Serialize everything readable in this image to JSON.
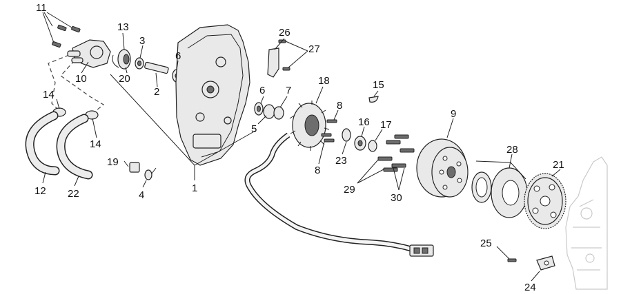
{
  "callouts": [
    {
      "key": "p11",
      "text": "11"
    },
    {
      "key": "p13",
      "text": "13"
    },
    {
      "key": "p3",
      "text": "3"
    },
    {
      "key": "p10",
      "text": "10"
    },
    {
      "key": "p20",
      "text": "20"
    },
    {
      "key": "p6a",
      "text": "6"
    },
    {
      "key": "p2",
      "text": "2"
    },
    {
      "key": "p26",
      "text": "26"
    },
    {
      "key": "p27",
      "text": "27"
    },
    {
      "key": "p18",
      "text": "18"
    },
    {
      "key": "p15",
      "text": "15"
    },
    {
      "key": "p14a",
      "text": "14"
    },
    {
      "key": "p14b",
      "text": "14"
    },
    {
      "key": "p6b",
      "text": "6"
    },
    {
      "key": "p7",
      "text": "7"
    },
    {
      "key": "p5",
      "text": "5"
    },
    {
      "key": "p8a",
      "text": "8"
    },
    {
      "key": "p16",
      "text": "16"
    },
    {
      "key": "p17",
      "text": "17"
    },
    {
      "key": "p9",
      "text": "9"
    },
    {
      "key": "p8b",
      "text": "8"
    },
    {
      "key": "p23",
      "text": "23"
    },
    {
      "key": "p28",
      "text": "28"
    },
    {
      "key": "p21",
      "text": "21"
    },
    {
      "key": "p19",
      "text": "19"
    },
    {
      "key": "p4",
      "text": "4"
    },
    {
      "key": "p12",
      "text": "12"
    },
    {
      "key": "p22",
      "text": "22"
    },
    {
      "key": "p1",
      "text": "1"
    },
    {
      "key": "p29",
      "text": "29"
    },
    {
      "key": "p30",
      "text": "30"
    },
    {
      "key": "p25",
      "text": "25"
    },
    {
      "key": "p24",
      "text": "24"
    }
  ]
}
